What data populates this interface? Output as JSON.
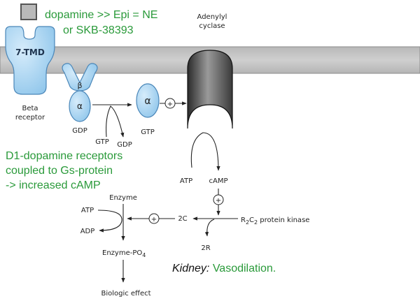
{
  "legend": {
    "line1": "dopamine >> Epi = NE",
    "line2": "or SKB-38393"
  },
  "receptor": {
    "label": "7-TMD",
    "caption_line1": "Beta",
    "caption_line2": "receptor"
  },
  "g_protein": {
    "beta": "β",
    "alpha": "α",
    "gdp_bound": "GDP",
    "gtp_in": "GTP",
    "gdp_out": "GDP",
    "alpha_active": "α",
    "gtp_bound": "GTP"
  },
  "adenylyl_cyclase": {
    "line1": "Adenylyl",
    "line2": "cyclase"
  },
  "plus_sign": "+",
  "atp": "ATP",
  "camp": "cAMP",
  "green_note": {
    "line1": "D1-dopamine receptors",
    "line2": "coupled to Gs-protein",
    "line3": "-> increased cAMP"
  },
  "kinase": {
    "r2c2": "R",
    "r2c2_sub1": "2",
    "r2c2_c": "C",
    "r2c2_sub2": "2",
    "r2c2_suffix": " protein kinase",
    "two_c": "2C",
    "two_r": "2R"
  },
  "enzyme": {
    "label": "Enzyme",
    "atp": "ATP",
    "adp": "ADP",
    "phospho": "Enzyme-PO",
    "phospho_sub": "4",
    "effect": "Biologic effect"
  },
  "kidney": {
    "organ": "Kidney:",
    "effect": " Vasodilation."
  }
}
